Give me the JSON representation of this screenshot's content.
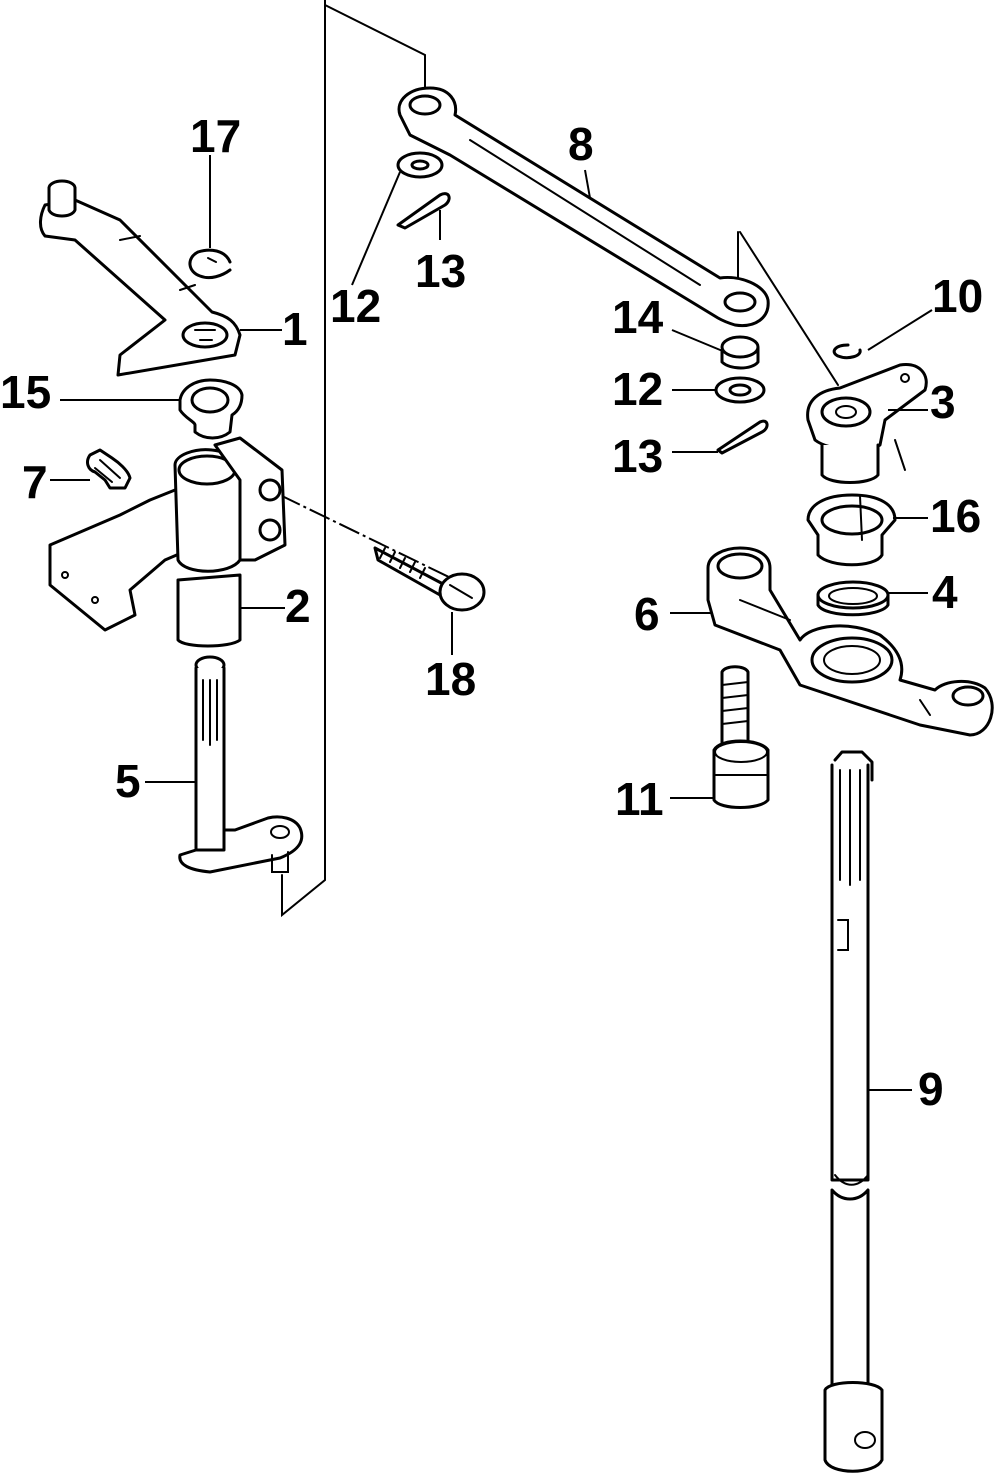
{
  "diagram": {
    "callouts": [
      {
        "id": "c1",
        "label": "1"
      },
      {
        "id": "c2",
        "label": "2"
      },
      {
        "id": "c3",
        "label": "3"
      },
      {
        "id": "c4",
        "label": "4"
      },
      {
        "id": "c5",
        "label": "5"
      },
      {
        "id": "c6",
        "label": "6"
      },
      {
        "id": "c7",
        "label": "7"
      },
      {
        "id": "c8",
        "label": "8"
      },
      {
        "id": "c9",
        "label": "9"
      },
      {
        "id": "c10",
        "label": "10"
      },
      {
        "id": "c11",
        "label": "11"
      },
      {
        "id": "c12a",
        "label": "12"
      },
      {
        "id": "c12b",
        "label": "12"
      },
      {
        "id": "c13a",
        "label": "13"
      },
      {
        "id": "c13b",
        "label": "13"
      },
      {
        "id": "c14",
        "label": "14"
      },
      {
        "id": "c15",
        "label": "15"
      },
      {
        "id": "c16",
        "label": "16"
      },
      {
        "id": "c17",
        "label": "17"
      },
      {
        "id": "c18",
        "label": "18"
      }
    ]
  }
}
